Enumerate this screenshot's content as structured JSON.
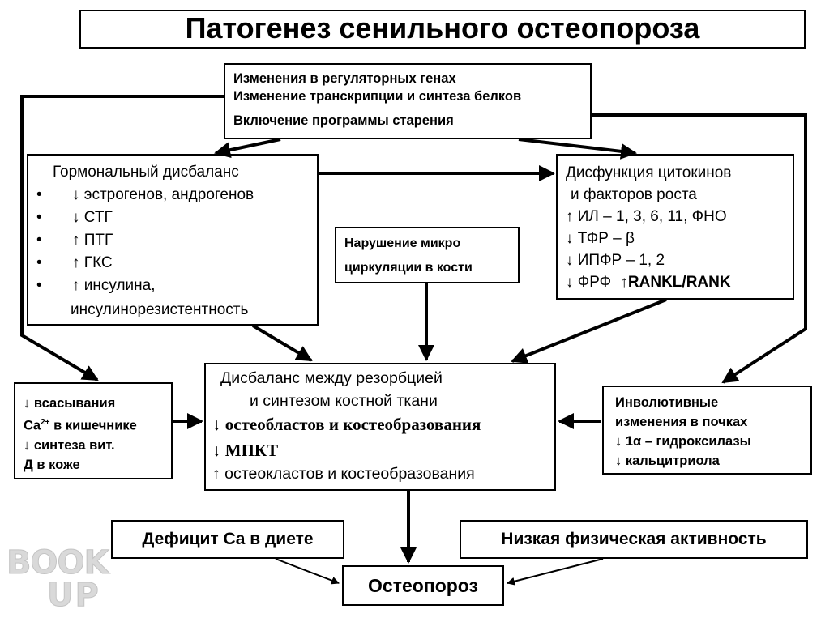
{
  "title": "Патогенез сенильного остеопороза",
  "genes": {
    "lines": [
      "Изменения в регуляторных генах",
      "Изменение транскрипции и синтеза белков",
      "Включение программы старения"
    ]
  },
  "hormonal": {
    "heading": "Гормональный дисбаланс",
    "bullet": "•",
    "items": [
      "↓ эстрогенов, андрогенов",
      "↓ СТГ",
      "↑ ПТГ",
      "↑ ГКС",
      "↑ инсулина,"
    ],
    "continuation": "инсулинорезистентность"
  },
  "microcirc": {
    "line1": "Нарушение микро",
    "line2": "циркуляции в кости"
  },
  "cytokines": {
    "line1": "Дисфункция цитокинов",
    "line2": "и факторов роста",
    "items": [
      "↑ ИЛ – 1, 3, 6, 11, ФНО",
      "↓ ТФР – β",
      "↓ ИПФР – 1, 2"
    ],
    "last_prefix": "↓ ФРФ",
    "last_bold": "↑RANKL/RANK"
  },
  "intestine": {
    "line1": "↓ всасывания",
    "line2_prefix": "Ca",
    "line2_sup": "2+",
    "line2_rest": " в кишечнике",
    "line3": "↓ синтеза вит.",
    "line4": "Д в коже"
  },
  "imbalance": {
    "line1": "Дисбаланс между резорбцией",
    "line2": "и синтезом костной ткани",
    "line3": "↓ остеобластов и костеобразования",
    "line4": "↓ МПКТ",
    "line5": "↑ остеокластов и костеобразования"
  },
  "kidneys": {
    "lines": [
      "Инволютивные",
      "изменения в почках",
      "↓ 1α – гидроксилазы",
      "↓ кальцитриола"
    ]
  },
  "calcium_deficit": "Дефицит Ca в диете",
  "low_activity": "Низкая физическая активность",
  "osteoporosis": "Остеопороз",
  "watermark": {
    "top": "BOOK",
    "bottom": "UP"
  },
  "colors": {
    "stroke": "#000000",
    "background": "#ffffff",
    "watermark": "#d9d9d9"
  }
}
